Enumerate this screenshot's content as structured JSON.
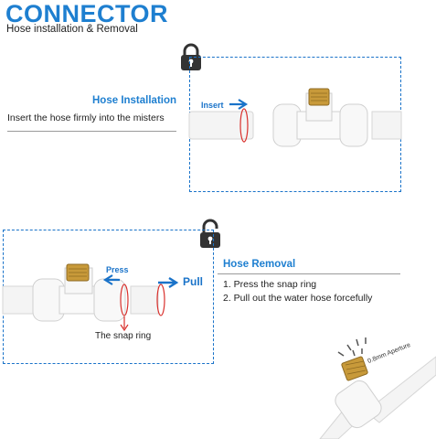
{
  "header": {
    "title": "CONNECTOR",
    "subtitle": "Hose installation & Removal"
  },
  "installation": {
    "heading": "Hose Installation",
    "description": "Insert the hose firmly into the misters",
    "arrow_label": "Insert",
    "lock_icon": "lock-closed-icon"
  },
  "removal": {
    "heading": "Hose Removal",
    "steps": [
      "1. Press the snap ring",
      "2. Pull out the water hose forcefully"
    ],
    "press_label": "Press",
    "pull_label": "Pull",
    "snap_ring_label": "The snap ring",
    "lock_icon": "lock-open-icon"
  },
  "nozzle": {
    "aperture_label": "0.8mm Aperture"
  },
  "colors": {
    "accent_blue": "#1e7fd0",
    "dashed_border": "#1a73c9",
    "ring_red": "#d9302c",
    "brass": "#c89a3a"
  }
}
